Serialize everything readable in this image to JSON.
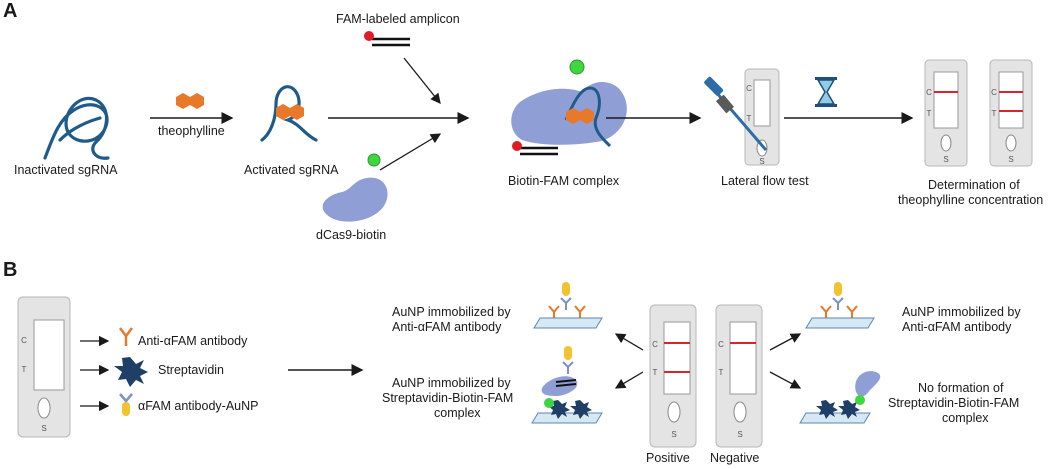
{
  "panel_a": {
    "letter": "A",
    "inactivated": "Inactivated sgRNA",
    "theophylline": "theophylline",
    "activated": "Activated sgRNA",
    "amplicon": "FAM-labeled amplicon",
    "dcas9": "dCas9-biotin",
    "complex": "Biotin-FAM complex",
    "lft": "Lateral flow test",
    "determination_1": "Determination of",
    "determination_2": "theophylline concentration"
  },
  "panel_b": {
    "letter": "B",
    "anti_fam": "Anti-αFAM antibody",
    "streptavidin": "Streptavidin",
    "fam_aunp": "αFAM antibody-AuNP",
    "pos_top_1": "AuNP immobilized by",
    "pos_top_2": "Anti-αFAM antibody",
    "pos_bot_1": "AuNP immobilized by",
    "pos_bot_2": "Streptavidin-Biotin-FAM",
    "pos_bot_3": "complex",
    "neg_top_1": "AuNP immobilized by",
    "neg_top_2": "Anti-αFAM antibody",
    "neg_bot_1": "No formation of",
    "neg_bot_2": "Streptavidin-Biotin-FAM",
    "neg_bot_3": "complex",
    "positive": "Positive",
    "negative": "Negative"
  },
  "strip_marks": {
    "c": "C",
    "t": "T",
    "s": "S"
  },
  "colors": {
    "rna": "#1f5b8a",
    "theophylline": "#e8782a",
    "protein": "#8f9fd6",
    "fam": "#e01b24",
    "biotin": "#3fd63f",
    "strip": "#e4e4e4",
    "band": "#d7262b",
    "streptavidin": "#1f3f66",
    "aunp": "#f2c230",
    "antibody": "#7a92c8"
  }
}
